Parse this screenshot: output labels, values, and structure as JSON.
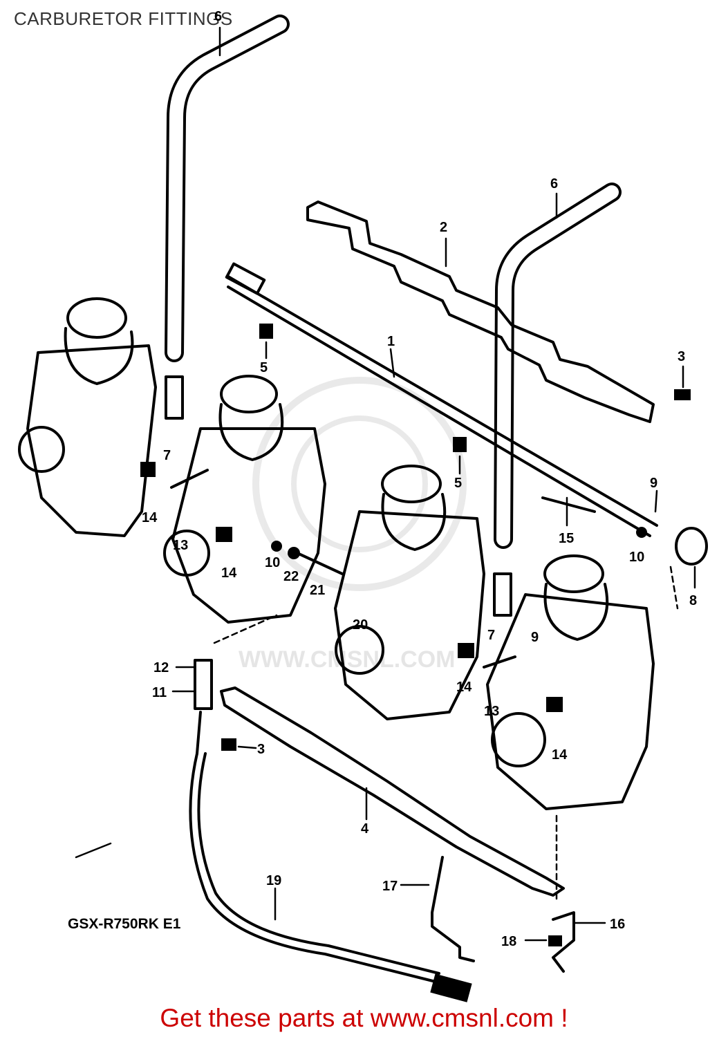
{
  "title": "CARBURETOR FITTINGS",
  "model": "GSX-R750RK E1",
  "watermark": "WWW.CMSNL.COM",
  "promo": {
    "text": "Get these parts at www.cmsnl.com !",
    "color": "#cc0000"
  },
  "callouts": [
    {
      "id": "c6a",
      "label": "6"
    },
    {
      "id": "c6b",
      "label": "6"
    },
    {
      "id": "c2",
      "label": "2"
    },
    {
      "id": "c1",
      "label": "1"
    },
    {
      "id": "c3a",
      "label": "3"
    },
    {
      "id": "c5a",
      "label": "5"
    },
    {
      "id": "c5b",
      "label": "5"
    },
    {
      "id": "c7a",
      "label": "7"
    },
    {
      "id": "c7b",
      "label": "7"
    },
    {
      "id": "c14a",
      "label": "14"
    },
    {
      "id": "c14b",
      "label": "14"
    },
    {
      "id": "c14c",
      "label": "14"
    },
    {
      "id": "c14d",
      "label": "14"
    },
    {
      "id": "c13a",
      "label": "13"
    },
    {
      "id": "c13b",
      "label": "13"
    },
    {
      "id": "c10a",
      "label": "10"
    },
    {
      "id": "c10b",
      "label": "10"
    },
    {
      "id": "c22",
      "label": "22"
    },
    {
      "id": "c21",
      "label": "21"
    },
    {
      "id": "c20",
      "label": "20"
    },
    {
      "id": "c9a",
      "label": "9"
    },
    {
      "id": "c9b",
      "label": "9"
    },
    {
      "id": "c15",
      "label": "15"
    },
    {
      "id": "c8",
      "label": "8"
    },
    {
      "id": "c12",
      "label": "12"
    },
    {
      "id": "c11",
      "label": "11"
    },
    {
      "id": "c3b",
      "label": "3"
    },
    {
      "id": "c4",
      "label": "4"
    },
    {
      "id": "c19",
      "label": "19"
    },
    {
      "id": "c17",
      "label": "17"
    },
    {
      "id": "c16",
      "label": "16"
    },
    {
      "id": "c18",
      "label": "18"
    }
  ]
}
